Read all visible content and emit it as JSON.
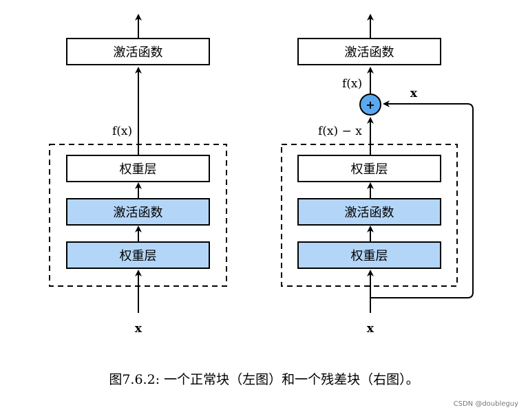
{
  "colors": {
    "white_fill": "#ffffff",
    "blue_fill": "#b3d6f8",
    "plus_fill": "#5aa9f0",
    "stroke": "#000000"
  },
  "left": {
    "top_box": "激活函数",
    "fx_label": "f(x)",
    "block": [
      "权重层",
      "激活函数",
      "权重层"
    ],
    "input": "x"
  },
  "right": {
    "top_box": "激活函数",
    "fx_label": "f(x)",
    "residual_label": "f(x) − x",
    "skip_label": "x",
    "plus": "+",
    "block": [
      "权重层",
      "激活函数",
      "权重层"
    ],
    "input": "x"
  },
  "caption": "图7.6.2: 一个正常块（左图）和一个残差块（右图）。",
  "watermark": "CSDN @doubleguy"
}
